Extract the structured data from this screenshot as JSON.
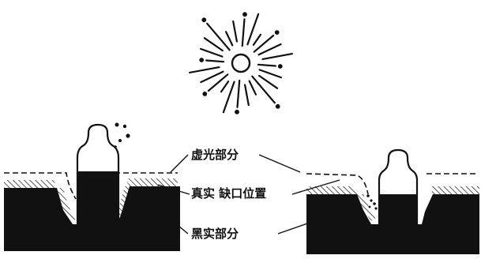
{
  "labels": {
    "virtual_light": "虚光部分",
    "true_gap": "真实 缺口位置",
    "black_part": "黑实部分"
  },
  "colors": {
    "ink": "#111111",
    "paper": "#ffffff"
  }
}
